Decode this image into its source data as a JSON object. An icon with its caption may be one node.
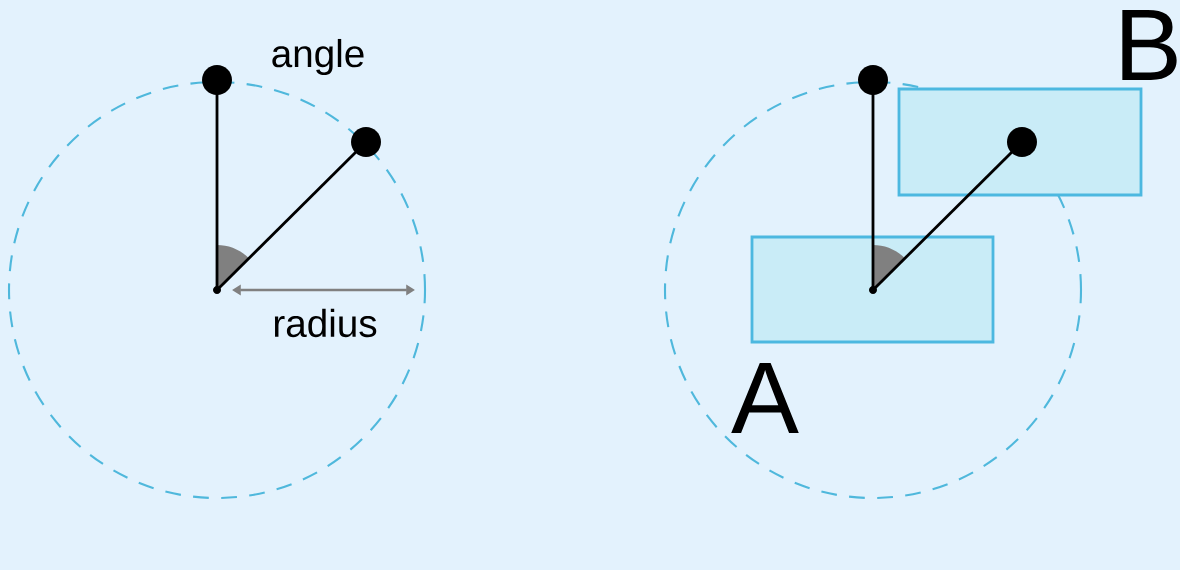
{
  "diagram": {
    "nodes": [
      {
        "text": [],
        "shape": "box",
        "beside": [
          "A"
        ]
      },
      {
        "text": [],
        "shape": "box",
        "beside": [
          "B"
        ]
      }
    ],
    "labels": [
      "angle",
      "radius"
    ]
  }
}
